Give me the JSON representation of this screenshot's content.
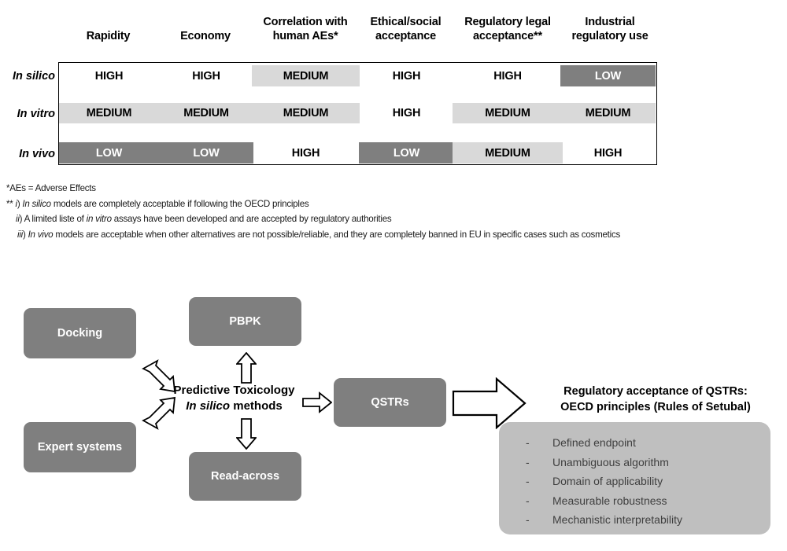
{
  "table": {
    "column_headers": [
      "Rapidity",
      "Economy",
      "Correlation with human AEs*",
      "Ethical/social acceptance",
      "Regulatory legal acceptance**",
      "Industrial regulatory use"
    ],
    "row_labels": [
      "In silico",
      "In vitro",
      "In vivo"
    ],
    "rows": [
      {
        "label": "In silico",
        "cells": [
          "HIGH",
          "HIGH",
          "MEDIUM",
          "HIGH",
          "HIGH",
          "LOW"
        ]
      },
      {
        "label": "In vitro",
        "cells": [
          "MEDIUM",
          "MEDIUM",
          "MEDIUM",
          "HIGH",
          "MEDIUM",
          "MEDIUM"
        ]
      },
      {
        "label": "In vivo",
        "cells": [
          "LOW",
          "LOW",
          "HIGH",
          "LOW",
          "MEDIUM",
          "HIGH"
        ]
      }
    ],
    "legend": {
      "high_color": "#ffffff",
      "medium_color": "#d9d9d9",
      "low_color": "#7f7f7f",
      "border_color": "#000000"
    }
  },
  "footnotes": [
    "*AEs = Adverse Effects",
    "** i) In silico models are completely acceptable if following the OECD principles",
    "ii) A limited liste of in vitro assays have  been developed and are accepted by regulatory authorities",
    "iii) In vivo models are acceptable when other alternatives are not possible/reliable, and they are completely banned in EU in specific cases such as cosmetics"
  ],
  "diagram": {
    "boxes": {
      "docking": "Docking",
      "expert_systems": "Expert systems",
      "pbpk": "PBPK",
      "read_across": "Read-across",
      "qstrs": "QSTRs"
    },
    "center": {
      "line1": "Predictive Toxicology",
      "line2_italic": "In silico",
      "line2_rest": " methods"
    },
    "regulatory": {
      "title_line1": "Regulatory acceptance of QSTRs:",
      "title_line2": "OECD principles (Rules of Setubal)",
      "principles": [
        "Defined endpoint",
        "Unambiguous algorithm",
        "Domain of applicability",
        "Measurable robustness",
        "Mechanistic interpretability"
      ],
      "bullet_dash": "-"
    },
    "colors": {
      "box_gray": "#7f7f7f",
      "panel_gray": "#bfbfbf",
      "arrow_stroke": "#000000",
      "arrow_fill": "#ffffff"
    }
  }
}
